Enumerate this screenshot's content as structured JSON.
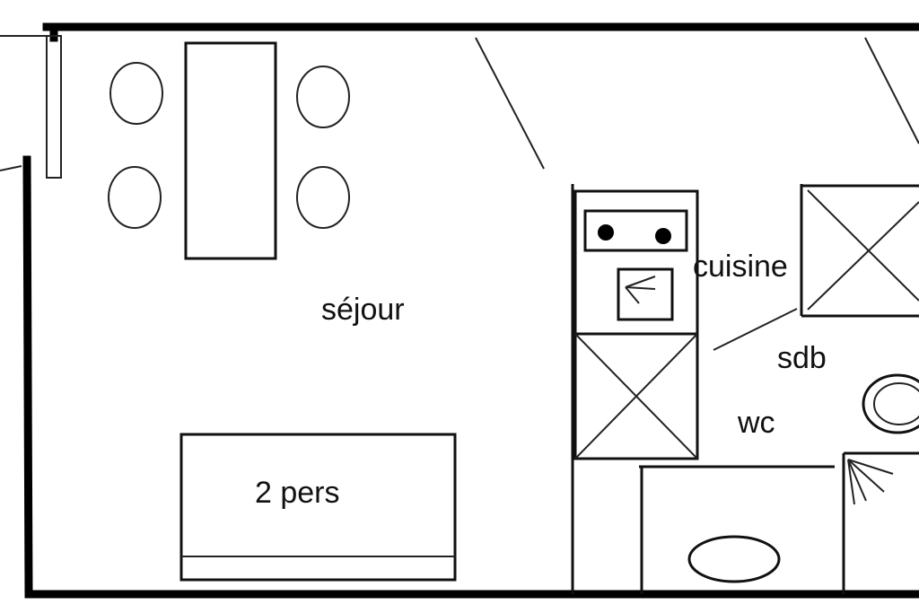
{
  "plan": {
    "rooms": {
      "living": "séjour",
      "kitchen": "cuisine",
      "bathroom": "sdb",
      "toilet": "wc",
      "bed": "2 pers"
    },
    "colors": {
      "wall": "#000000",
      "line": "#222222",
      "background": "#ffffff"
    }
  }
}
